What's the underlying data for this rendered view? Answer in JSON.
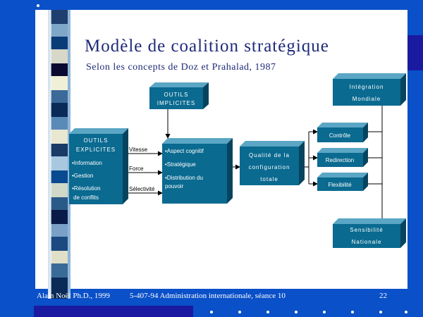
{
  "slide": {
    "title": "Modèle de coalition stratégique",
    "subtitle": "Selon les concepts de Doz et Prahalad, 1987"
  },
  "footer": {
    "author": "Alain Noël Ph.D., 1999",
    "course": "5-407-94 Administration internationale, séance 10",
    "page": "22"
  },
  "diagram": {
    "implicites": [
      "OUTILS",
      "IMPLICITES"
    ],
    "explicites": {
      "title": [
        "OUTILS",
        "EXPLICITES"
      ],
      "items": [
        "•Information",
        "•Gestion",
        "•Résolution",
        "de conflits"
      ]
    },
    "levers": [
      "Vitesse",
      "Force",
      "Sélectivité"
    ],
    "center_items": [
      "•Aspect cognitif",
      "•Stratégique",
      "•Distribution du",
      "pouvoir"
    ],
    "quality": [
      "Qualité de la",
      "configuration",
      "totale"
    ],
    "outcomes": [
      "Contrôle",
      "Redirection",
      "Flexibilité"
    ],
    "integration": [
      "Intégration",
      "Mondiale"
    ],
    "sensibilite": [
      "Sensibilité",
      "Nationale"
    ]
  },
  "colors": {
    "background": "#0a50c8",
    "slide": "#ffffff",
    "box_front": "#0a6a90",
    "box_top": "#5aa6c4",
    "box_side": "#06445e",
    "title_text": "#1e2a78"
  }
}
